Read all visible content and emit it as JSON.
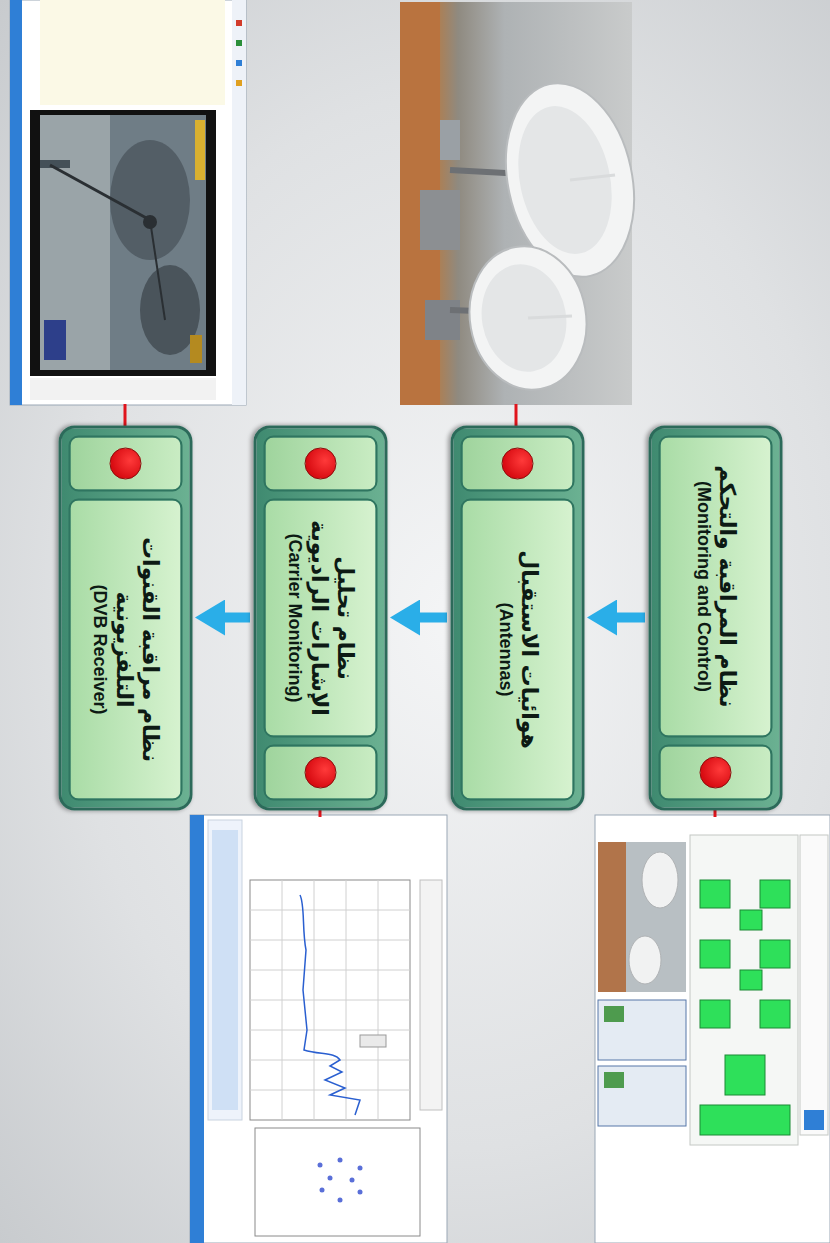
{
  "diagram": {
    "nodes": [
      {
        "text": [
          "نظام المراقبة والتحكم",
          "(Monitoring and Control)"
        ]
      },
      {
        "text": [
          "هوائيات الاستقبال",
          "(Antennas)"
        ]
      },
      {
        "text": [
          "نظام تحليل الإشارات الراديوية",
          "(Carrier Monitoring)"
        ]
      },
      {
        "text": [
          "نظام مراقبة القنوات التلفزيونية",
          "(DVB Receiver)"
        ]
      }
    ],
    "edges": [
      {
        "from": 0,
        "to": 1,
        "arrow": "to"
      },
      {
        "from": 1,
        "to": 2,
        "arrow": "to"
      },
      {
        "from": 2,
        "to": 3,
        "arrow": "to"
      }
    ]
  }
}
